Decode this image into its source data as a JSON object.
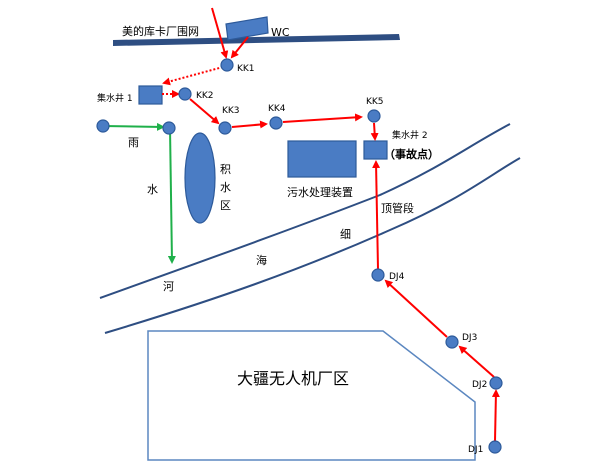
{
  "fence_label": "美的库卡厂围网",
  "wc_label": "WC",
  "nodes": {
    "kk1": "KK1",
    "kk2": "KK2",
    "kk3": "KK3",
    "kk4": "KK4",
    "kk5": "KK5",
    "dj1": "DJ1",
    "dj2": "DJ2",
    "dj3": "DJ3",
    "dj4": "DJ4"
  },
  "sump1_label": "集水井 1",
  "sump2_label": "集水井 2",
  "accident_label": "（事故点）",
  "rain_label": "雨",
  "water_label": "水",
  "pond_label": [
    "积",
    "水",
    "区"
  ],
  "sewage_label": "污水处理装置",
  "pipe_jacking_label": "顶管段",
  "river_chars": [
    "细",
    "海",
    "河"
  ],
  "factory_label": "大疆无人机厂区",
  "colors": {
    "flow": "#ff0000",
    "rain_flow": "#1fb04a",
    "node_fill": "#4a7cc4",
    "river_line": "#2e4e82",
    "factory_outline": "#5b87c0",
    "fence": "#2e4e82"
  }
}
